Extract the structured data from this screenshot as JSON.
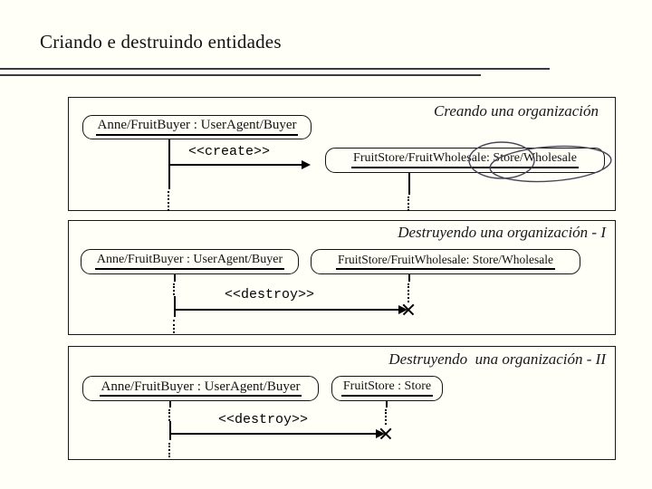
{
  "slide": {
    "title": "Criando e destruindo entidades"
  },
  "panels": [
    {
      "caption": "Creando una organización",
      "left_actor": "Anne/FruitBuyer : UserAgent/Buyer",
      "right_actor": "FruitStore/FruitWholesale: Store/Wholesale",
      "message": "<<create>>"
    },
    {
      "caption": "Destruyendo una organización - I",
      "left_actor": "Anne/FruitBuyer : UserAgent/Buyer",
      "right_actor": "FruitStore/FruitWholesale: Store/Wholesale",
      "message": "<<destroy>>"
    },
    {
      "caption": "Destruyendo  una organización - II",
      "left_actor": "Anne/FruitBuyer : UserAgent/Buyer",
      "right_actor": "FruitStore : Store",
      "message": "<<destroy>>"
    }
  ],
  "colors": {
    "background": "#fffef7",
    "ink": "#111111",
    "rule": "#3a3a48",
    "annotation_ellipse": "#47475a"
  }
}
